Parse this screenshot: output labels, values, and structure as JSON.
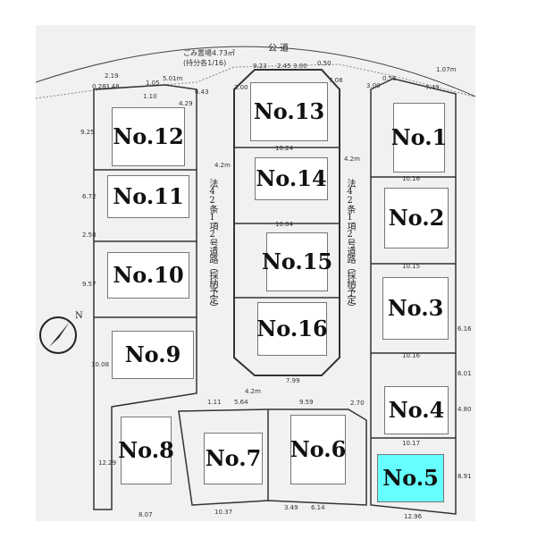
{
  "top_labels": {
    "public_road": "公 道",
    "garbage_area": "ごみ置場4.73㎡",
    "garbage_share": "(持分各1/16)"
  },
  "road_label": "法42条1項2号道路（採納予定）",
  "road_width": "4.2m",
  "north": "N",
  "highlight_color": "#66ffff",
  "lots": {
    "no1": "No.1",
    "no2": "No.2",
    "no3": "No.3",
    "no4": "No.4",
    "no5": "No.5",
    "no6": "No.6",
    "no7": "No.7",
    "no8": "No.8",
    "no9": "No.9",
    "no10": "No.10",
    "no11": "No.11",
    "no12": "No.12",
    "no13": "No.13",
    "no14": "No.14",
    "no15": "No.15",
    "no16": "No.16"
  },
  "dimensions": {
    "d1": "5.01m",
    "d2": "1.07m",
    "d3": "2.19",
    "d4": "0.28",
    "d5": "3.48",
    "d6": "1.05",
    "d7": "1.10",
    "d8": "4.29",
    "d9": "6.43",
    "d10": "3.00",
    "d11": "9.23",
    "d12": "2.45",
    "d13": "3.00",
    "d14": "0.50",
    "d15": "7.08",
    "d16": "3.00",
    "d17": "0.56",
    "d18": "7.49",
    "d19": "9.25",
    "d20": "6.72",
    "d21": "2.58",
    "d22": "9.57",
    "d23": "10.08",
    "d24": "12.29",
    "d25": "8.07",
    "d26": "10.37",
    "d27": "3.49",
    "d28": "6.14",
    "d29": "12.96",
    "d30": "8.91",
    "d31": "4.80",
    "d32": "6.01",
    "d33": "6.16",
    "d34": "7.99",
    "d35": "5.64",
    "d36": "9.59",
    "d37": "1.11",
    "d38": "2.70",
    "d39": "10.16",
    "d40": "10.15",
    "d41": "10.16",
    "d42": "10.17",
    "d43": "10.64",
    "d44": "10.24"
  }
}
